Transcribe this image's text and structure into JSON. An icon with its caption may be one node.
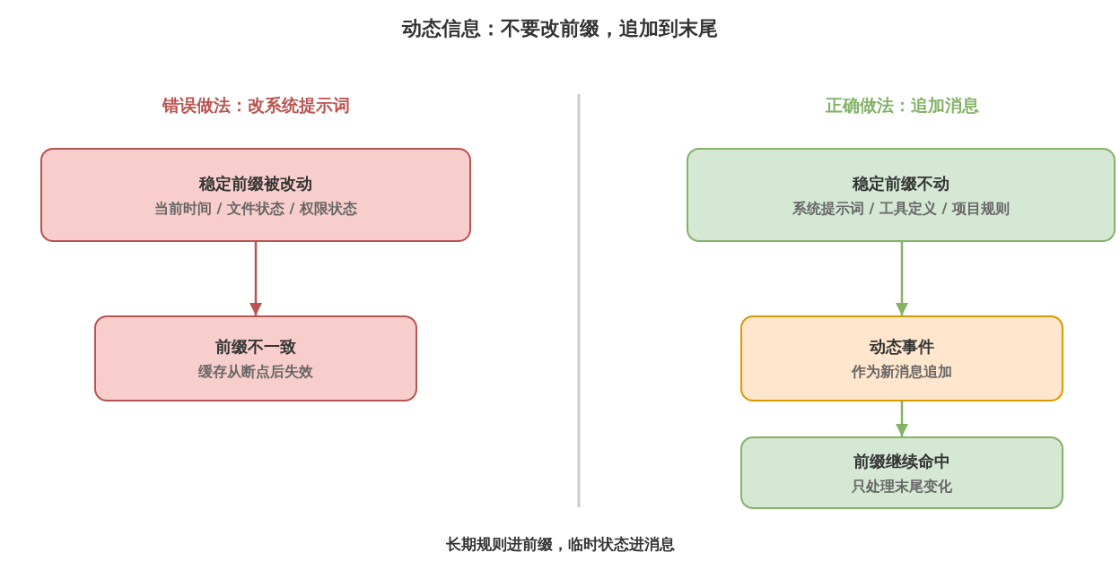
{
  "diagram": {
    "title": "动态信息：不要改前缀，追加到末尾",
    "caption": "长期规则进前缀，临时状态进消息",
    "nodes": [
      {
        "text": [
          "稳定前缀被改动",
          "当前时间 / 文件状态 / 权限状态"
        ]
      },
      {
        "text": [
          "前缀不一致",
          "缓存从断点后失效"
        ]
      },
      {
        "text": [
          "稳定前缀不动",
          "系统提示词 / 工具定义 / 项目规则"
        ]
      },
      {
        "text": [
          "动态事件",
          "作为新消息追加"
        ]
      },
      {
        "text": [
          "前缀继续命中",
          "只处理末尾变化"
        ]
      }
    ],
    "edges": [
      {
        "from": 0,
        "to": 1,
        "arrow": "to",
        "color": "#b85450"
      },
      {
        "from": 2,
        "to": 3,
        "arrow": "to"
      },
      {
        "from": 3,
        "to": 4,
        "arrow": "to"
      }
    ],
    "labels": [
      "错误做法：改系统提示词",
      "正确做法：追加消息"
    ]
  }
}
